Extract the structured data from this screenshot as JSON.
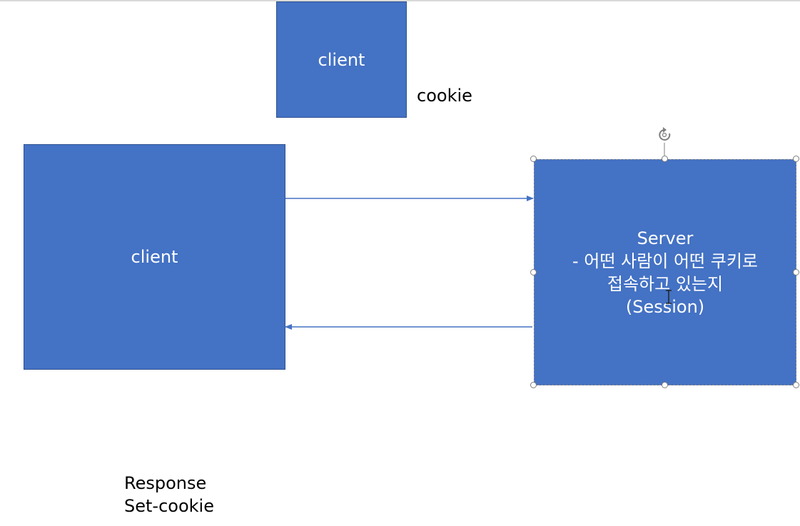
{
  "diagram": {
    "client_top": {
      "label": "client"
    },
    "cookie_label": "cookie",
    "client_main": {
      "label": "client"
    },
    "server": {
      "lines": [
        "Server",
        "- 어떤 사람이 어떤 쿠키로",
        "접속하고 있는지",
        "(Session)"
      ]
    },
    "response": {
      "line1": "Response",
      "line2": "Set-cookie"
    },
    "colors": {
      "box_fill": "#4472c4",
      "box_border": "#2f528f",
      "arrow": "#4472c4",
      "text_on_box": "#ffffff",
      "text": "#000000"
    },
    "icons": {
      "rotate_handle": "rotate-icon",
      "text_cursor": "text-cursor-icon"
    }
  }
}
